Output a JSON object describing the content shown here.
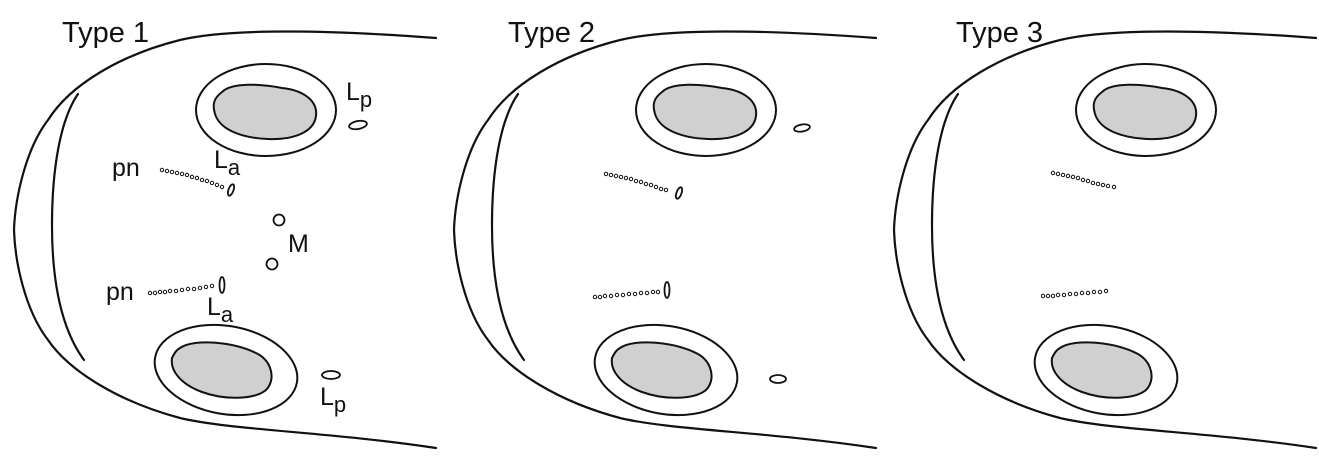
{
  "panels": [
    {
      "title": "Type 1",
      "labels": {
        "pn_upper": "pn",
        "pn_lower": "pn",
        "la_upper": "L",
        "la_upper_sub": "a",
        "la_lower": "L",
        "la_lower_sub": "a",
        "lp_upper": "L",
        "lp_upper_sub": "p",
        "lp_lower": "L",
        "lp_lower_sub": "p",
        "m": "M"
      }
    },
    {
      "title": "Type 2"
    },
    {
      "title": "Type 3"
    }
  ]
}
